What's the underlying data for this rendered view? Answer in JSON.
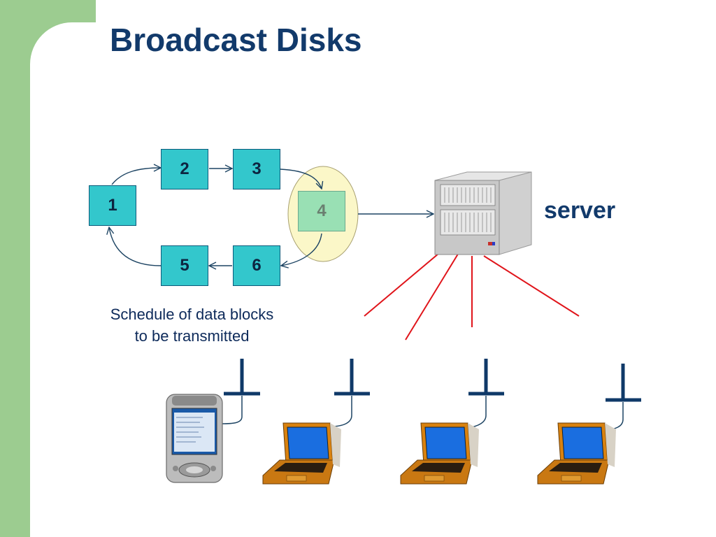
{
  "slide": {
    "title": "Broadcast Disks",
    "server_label": "server",
    "caption_line1": "Schedule of data blocks",
    "caption_line2": "to be transmitted"
  },
  "schedule": {
    "blocks": [
      {
        "label": "1"
      },
      {
        "label": "2"
      },
      {
        "label": "3"
      },
      {
        "label": "4"
      },
      {
        "label": "5"
      },
      {
        "label": "6"
      }
    ],
    "current_block": "4"
  },
  "clients": [
    {
      "device": "pda-icon"
    },
    {
      "device": "laptop-icon"
    },
    {
      "device": "laptop-icon"
    },
    {
      "device": "laptop-icon"
    }
  ],
  "colors": {
    "accent_band": "#9ccc90",
    "title": "#123a6b",
    "block_fill": "#33c7cc",
    "current_block_fill": "#99e0b4",
    "highlight_ellipse": "#fbf7c8",
    "broadcast_lines": "#e0141a",
    "antenna": "#0f3968"
  }
}
